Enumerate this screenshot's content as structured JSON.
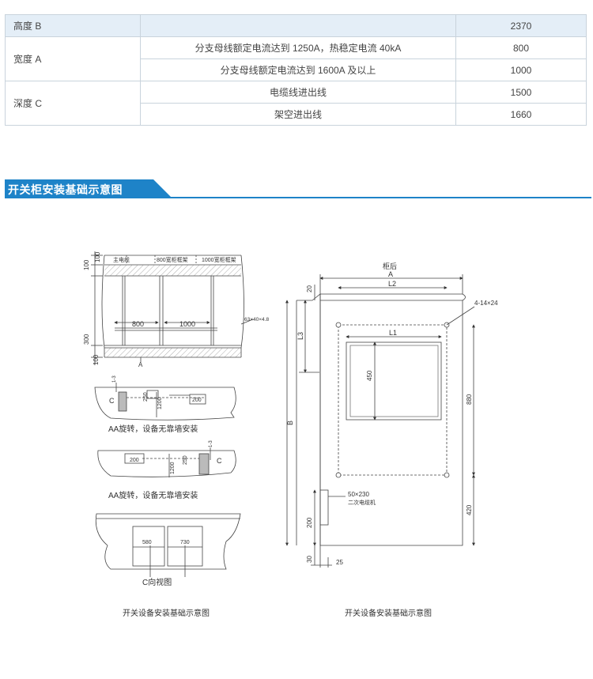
{
  "spec_table": {
    "rows": [
      {
        "label": "高度 B",
        "condition": "",
        "value": "2370"
      },
      {
        "label": "宽度 A",
        "condition": "分支母线额定电流达到 1250A，热稳定电流 40kA",
        "value": "800"
      },
      {
        "label": "",
        "condition": "分支母线额定电流达到 1600A 及以上",
        "value": "1000"
      },
      {
        "label": "深度 C",
        "condition": "电缆线进出线",
        "value": "1500"
      },
      {
        "label": "",
        "condition": "架空进出线",
        "value": "1660"
      }
    ]
  },
  "section": {
    "title": "开关柜安装基础示意图"
  },
  "left_drawing": {
    "top_labels": [
      "主电缆",
      "800宽柜框架",
      "1000宽柜框架"
    ],
    "dim_100a": "100",
    "dim_100b": "100",
    "dim_300": "300",
    "dim_100c": "100",
    "width_800": "800",
    "width_1000": "1000",
    "angle_spec": "63×40×4.8",
    "label_A": "A",
    "section1": {
      "c_label": "C",
      "dim_13": "1-3",
      "dim_250": "250",
      "dim_1200": "1200",
      "dim_200": "200"
    },
    "caption1": "AA旋转，设备无靠墙安装",
    "section2": {
      "c_label": "C",
      "dim_13": "1-3",
      "dim_250": "250",
      "dim_1200": "1200",
      "dim_200": "200"
    },
    "caption2": "AA旋转，设备无靠墙安装",
    "section3": {
      "dim_580": "580",
      "dim_730": "730"
    },
    "caption3": "C向视图",
    "caption": "开关设备安装基础示意图"
  },
  "right_drawing": {
    "top_label": "柜后",
    "label_A": "A",
    "label_L2": "L2",
    "label_L1": "L1",
    "label_L3": "L3",
    "label_B": "B",
    "dim_20": "20",
    "dim_450": "450",
    "dim_880": "880",
    "dim_420": "420",
    "dim_200": "200",
    "dim_30": "30",
    "dim_25": "25",
    "holes": "4-14×24",
    "cable_size": "50×230",
    "cable_label": "二次电缆机",
    "caption": "开关设备安装基础示意图"
  }
}
